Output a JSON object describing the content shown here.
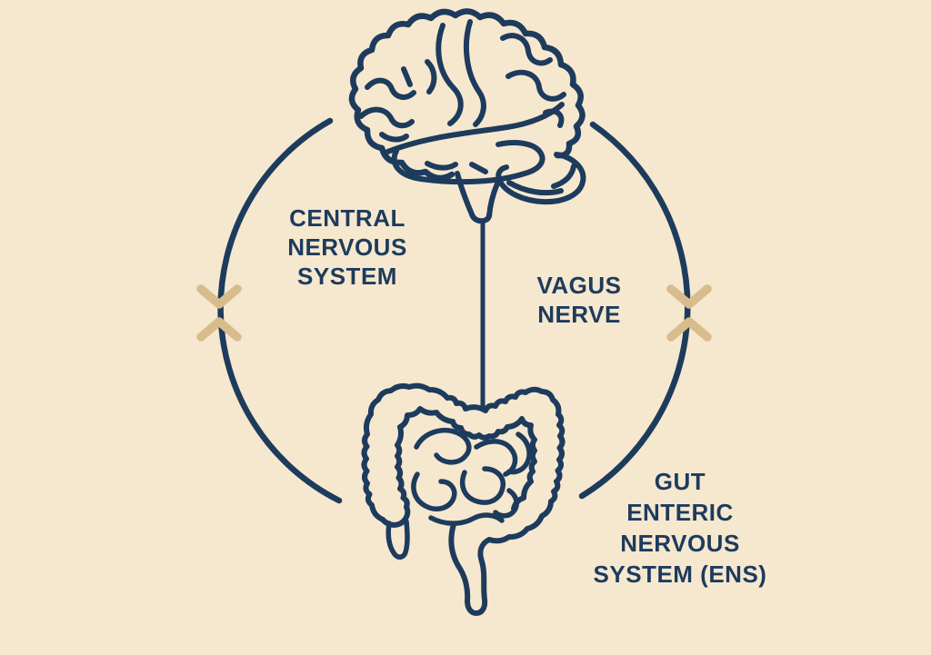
{
  "diagram": {
    "name": "gut-brain-axis",
    "labels": {
      "central_nervous_system": {
        "lines": [
          "CENTRAL",
          "NERVOUS",
          "SYSTEM"
        ]
      },
      "vagus_nerve": {
        "lines": [
          "VAGUS",
          "NERVE"
        ]
      },
      "gut_enteric_nervous_system": {
        "lines": [
          "GUT",
          "ENTERIC",
          "NERVOUS",
          "SYSTEM (ENS)"
        ]
      }
    },
    "icons": [
      "brain-illustration",
      "intestines-illustration",
      "connection-circle",
      "vagus-nerve-line",
      "exchange-chevrons-left",
      "exchange-chevrons-right"
    ]
  },
  "colors": {
    "background": "#f6e7cf",
    "ink": "#1d3b5c",
    "accent": "#d8bc8c"
  }
}
